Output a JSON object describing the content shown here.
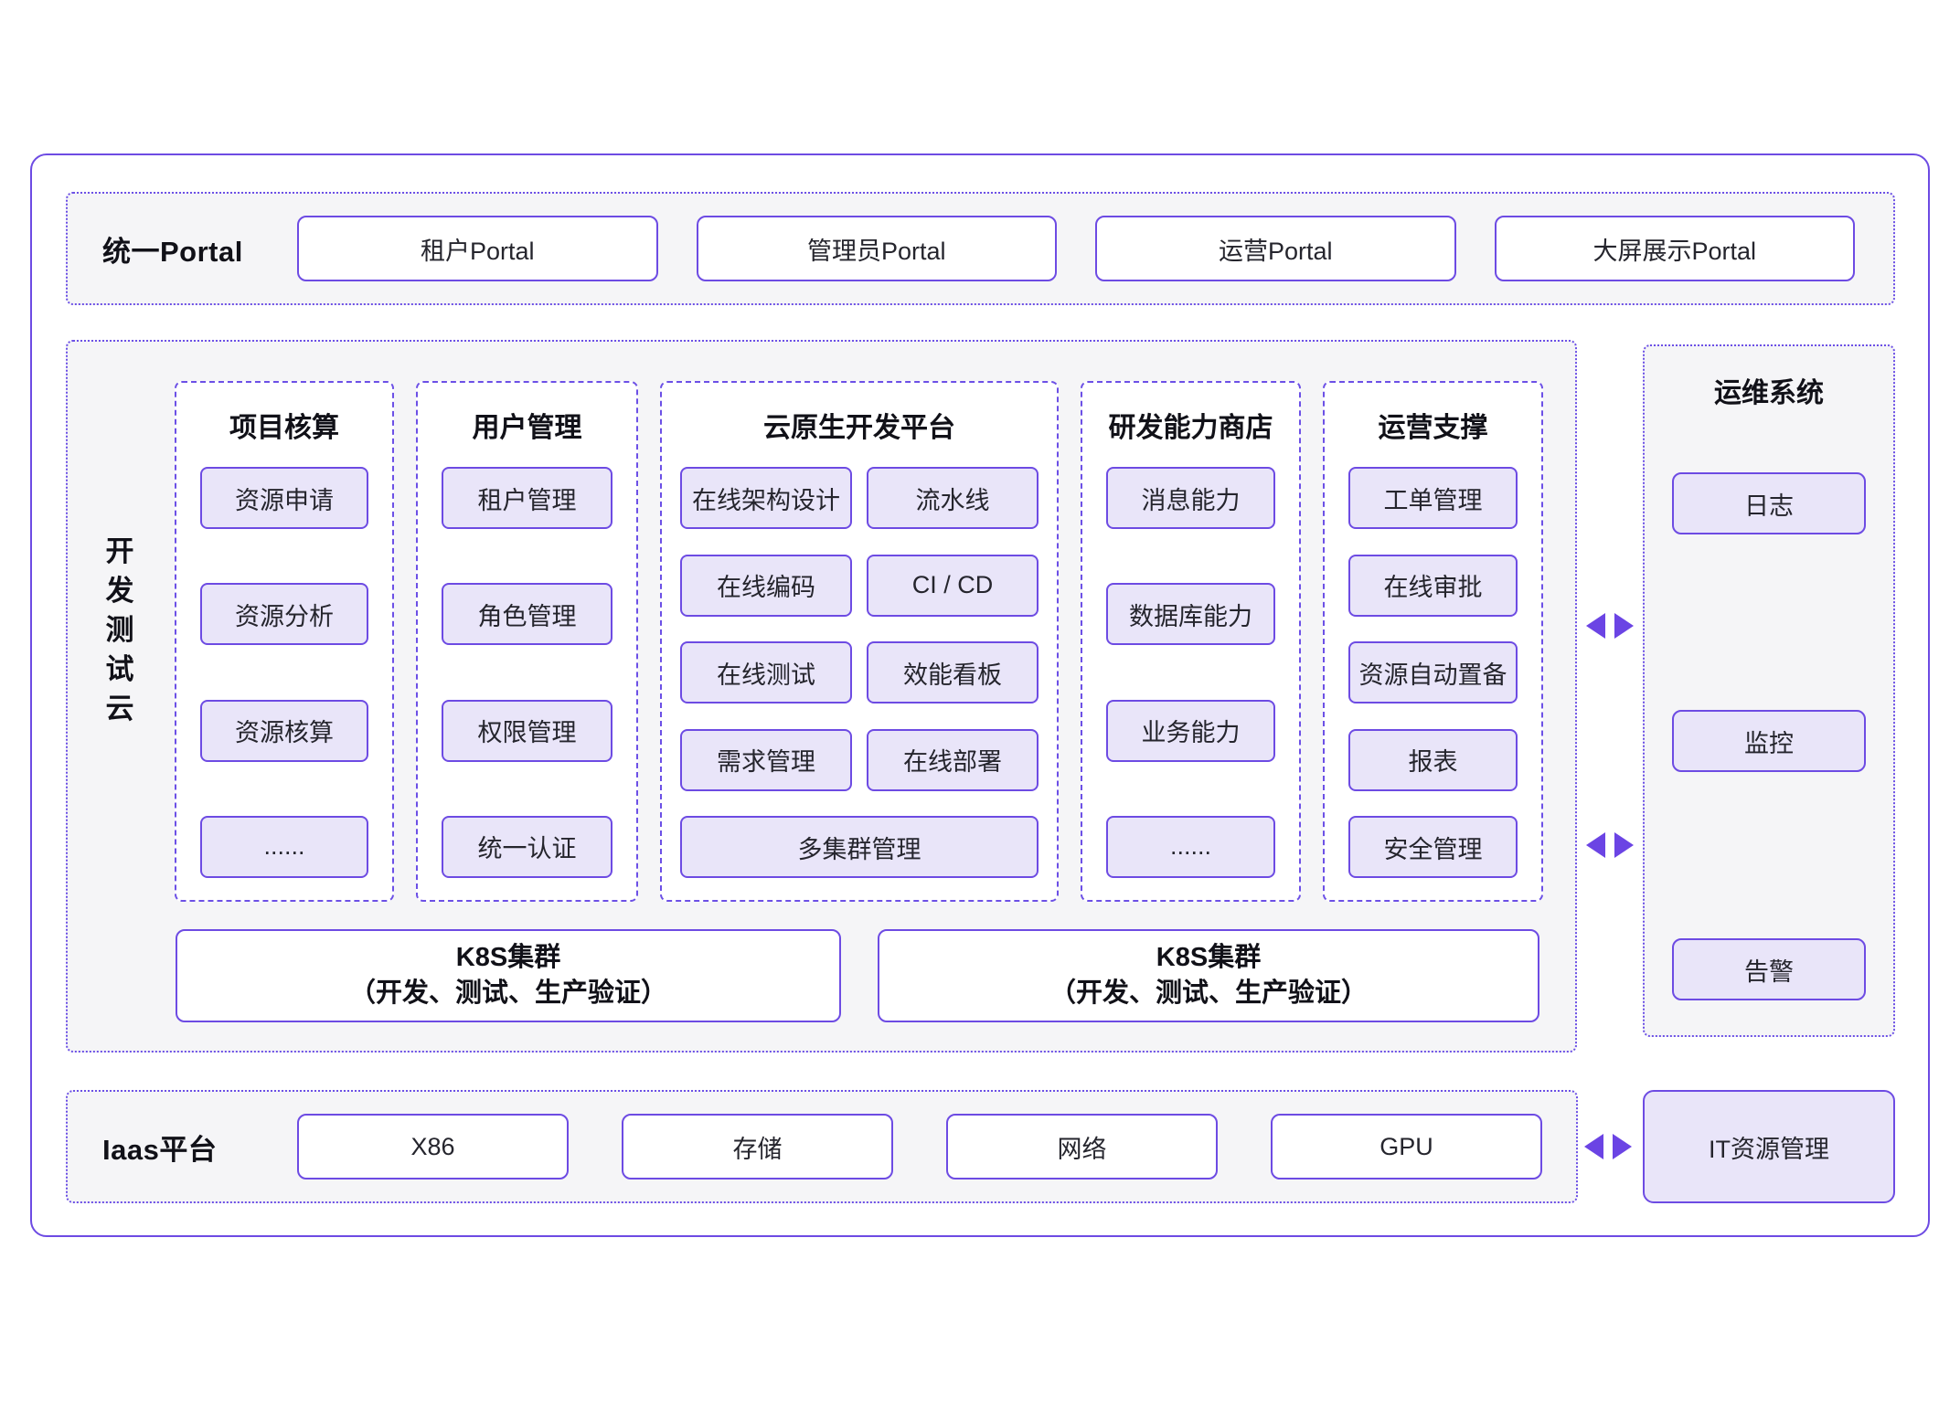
{
  "colors": {
    "accent_purple": "#6d4be3",
    "dashed_purple": "#6c50e6",
    "lavender_fill": "#e9e5f9",
    "section_bg": "#f5f5f7",
    "text_dark": "#111118"
  },
  "portal": {
    "label": "统一Portal",
    "items": [
      "租户Portal",
      "管理员Portal",
      "运营Portal",
      "大屏展示Portal"
    ]
  },
  "dev_cloud": {
    "label": "开发测试云",
    "columns": [
      {
        "title": "项目核算",
        "items": [
          "资源申请",
          "资源分析",
          "资源核算",
          "......"
        ]
      },
      {
        "title": "用户管理",
        "items": [
          "租户管理",
          "角色管理",
          "权限管理",
          "统一认证"
        ]
      },
      {
        "title": "云原生开发平台",
        "rows": [
          [
            "在线架构设计",
            "流水线"
          ],
          [
            "在线编码",
            "CI / CD"
          ],
          [
            "在线测试",
            "效能看板"
          ],
          [
            "需求管理",
            "在线部署"
          ]
        ],
        "full_row": "多集群管理"
      },
      {
        "title": "研发能力商店",
        "items": [
          "消息能力",
          "数据库能力",
          "业务能力",
          "......"
        ]
      },
      {
        "title": "运营支撑",
        "items": [
          "工单管理",
          "在线审批",
          "资源自动置备",
          "报表",
          "安全管理"
        ]
      }
    ],
    "k8s_clusters": [
      {
        "line1": "K8S集群",
        "line2": "（开发、测试、生产验证）"
      },
      {
        "line1": "K8S集群",
        "line2": "（开发、测试、生产验证）"
      }
    ]
  },
  "ops_system": {
    "title": "运维系统",
    "items": [
      "日志",
      "监控",
      "告警"
    ]
  },
  "iaas": {
    "label": "Iaas平台",
    "items": [
      "X86",
      "存储",
      "网络",
      "GPU"
    ]
  },
  "it_resource": {
    "label": "IT资源管理"
  }
}
